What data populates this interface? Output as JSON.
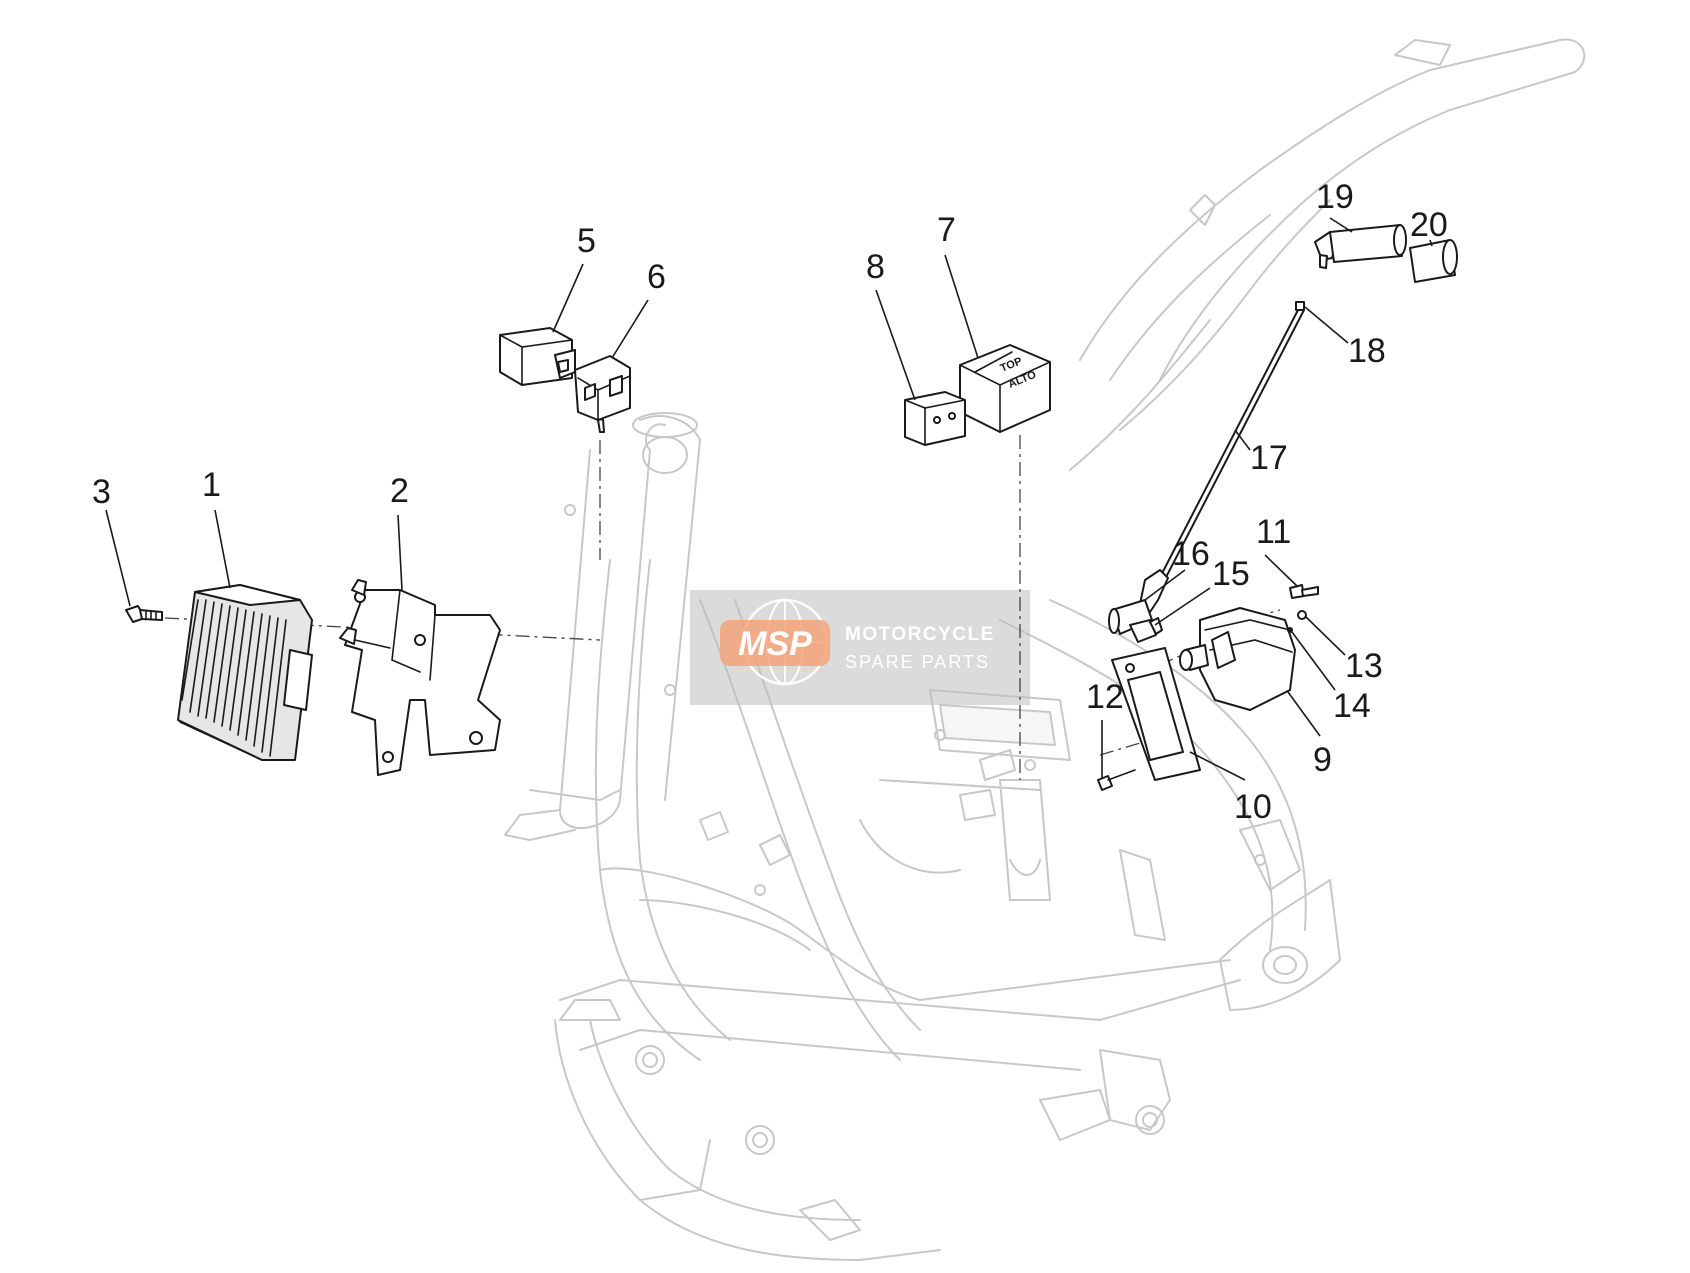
{
  "callouts": [
    "1",
    "2",
    "3",
    "5",
    "6",
    "7",
    "8",
    "9",
    "10",
    "11",
    "12",
    "13",
    "14",
    "15",
    "16",
    "17",
    "18",
    "19",
    "20"
  ],
  "part_stamp": [
    "TOP",
    "ALTO"
  ],
  "watermark": {
    "badge": "MSP",
    "line1": "MOTORCYCLE",
    "line2": "SPARE PARTS"
  },
  "colors": {
    "frame_outline": "#c8c8c8",
    "part_outline": "#1a1a1a",
    "watermark_grey": "#bdbdbd",
    "watermark_badge": "#f3a37a"
  }
}
